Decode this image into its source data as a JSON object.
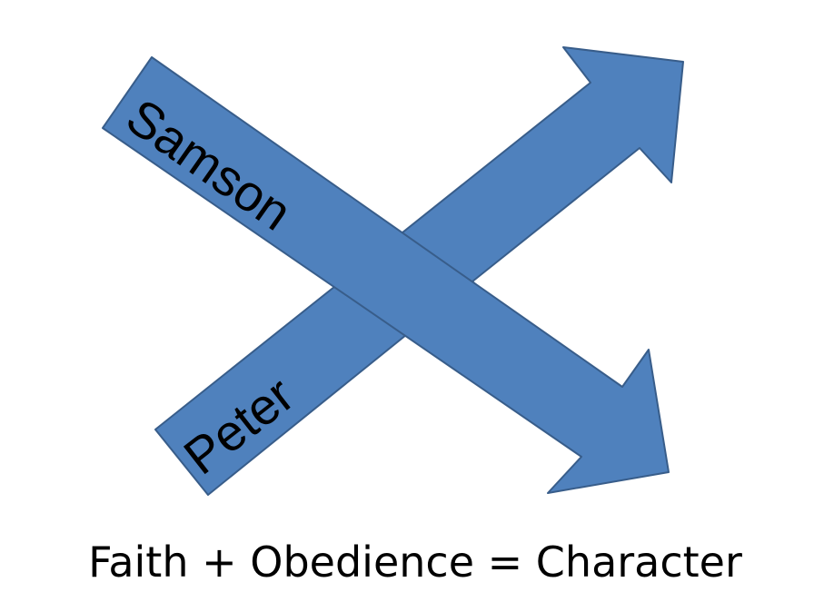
{
  "diagram": {
    "arrows": [
      {
        "id": "peter-arrow",
        "label": "Peter",
        "fill": "#4F81BD",
        "stroke": "#385D8A"
      },
      {
        "id": "samson-arrow",
        "label": "Samson",
        "fill": "#4F81BD",
        "stroke": "#385D8A"
      }
    ],
    "caption": "Faith + Obedience = Character"
  }
}
